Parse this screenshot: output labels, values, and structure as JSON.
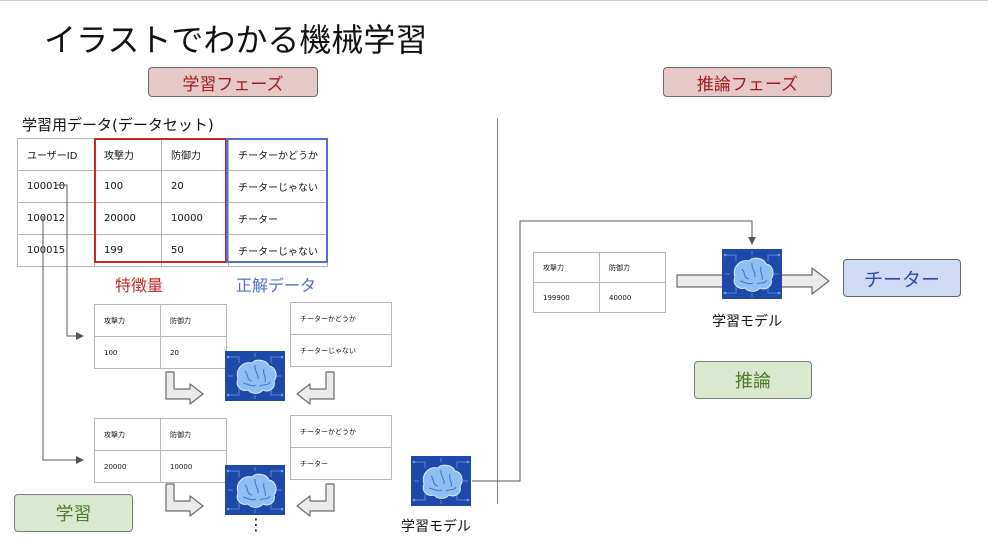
{
  "title": "イラストでわかる機械学習",
  "phases": {
    "learning": "学習フェーズ",
    "inference": "推論フェーズ"
  },
  "dataset": {
    "caption": "学習用データ(データセット)",
    "headers": [
      "ユーザーID",
      "攻撃力",
      "防御力",
      "チーターかどうか"
    ],
    "rows": [
      [
        "100010",
        "100",
        "20",
        "チーターじゃない"
      ],
      [
        "100012",
        "20000",
        "10000",
        "チーター"
      ],
      [
        "100015",
        "199",
        "50",
        "チーターじゃない"
      ]
    ],
    "feature_label": "特徴量",
    "answer_label": "正解データ"
  },
  "training_examples": [
    {
      "features": {
        "headers": [
          "攻撃力",
          "防御力"
        ],
        "values": [
          "100",
          "20"
        ]
      },
      "answer": {
        "header": "チーターかどうか",
        "value": "チーターじゃない"
      }
    },
    {
      "features": {
        "headers": [
          "攻撃力",
          "防御力"
        ],
        "values": [
          "20000",
          "10000"
        ]
      },
      "answer": {
        "header": "チーターかどうか",
        "value": "チーター"
      }
    }
  ],
  "continuation": "⋮",
  "trained_model_label": "学習モデル",
  "learning_tag": "学習",
  "inference": {
    "input": {
      "headers": [
        "攻撃力",
        "防御力"
      ],
      "values": [
        "199900",
        "40000"
      ]
    },
    "model_label": "学習モデル",
    "result": "チーター",
    "tag": "推論"
  },
  "colors": {
    "feature_box": "#c62828",
    "answer_box": "#4f6fd0",
    "phase_fill": "#e6c8c8",
    "green_fill": "#dbe8d0",
    "result_fill": "#cfdaf5",
    "brain_bg": "#1d49a8"
  },
  "icons": [
    "brain-chip-icon",
    "elbow-right-arrow-icon",
    "elbow-left-arrow-icon",
    "right-arrow-icon"
  ]
}
